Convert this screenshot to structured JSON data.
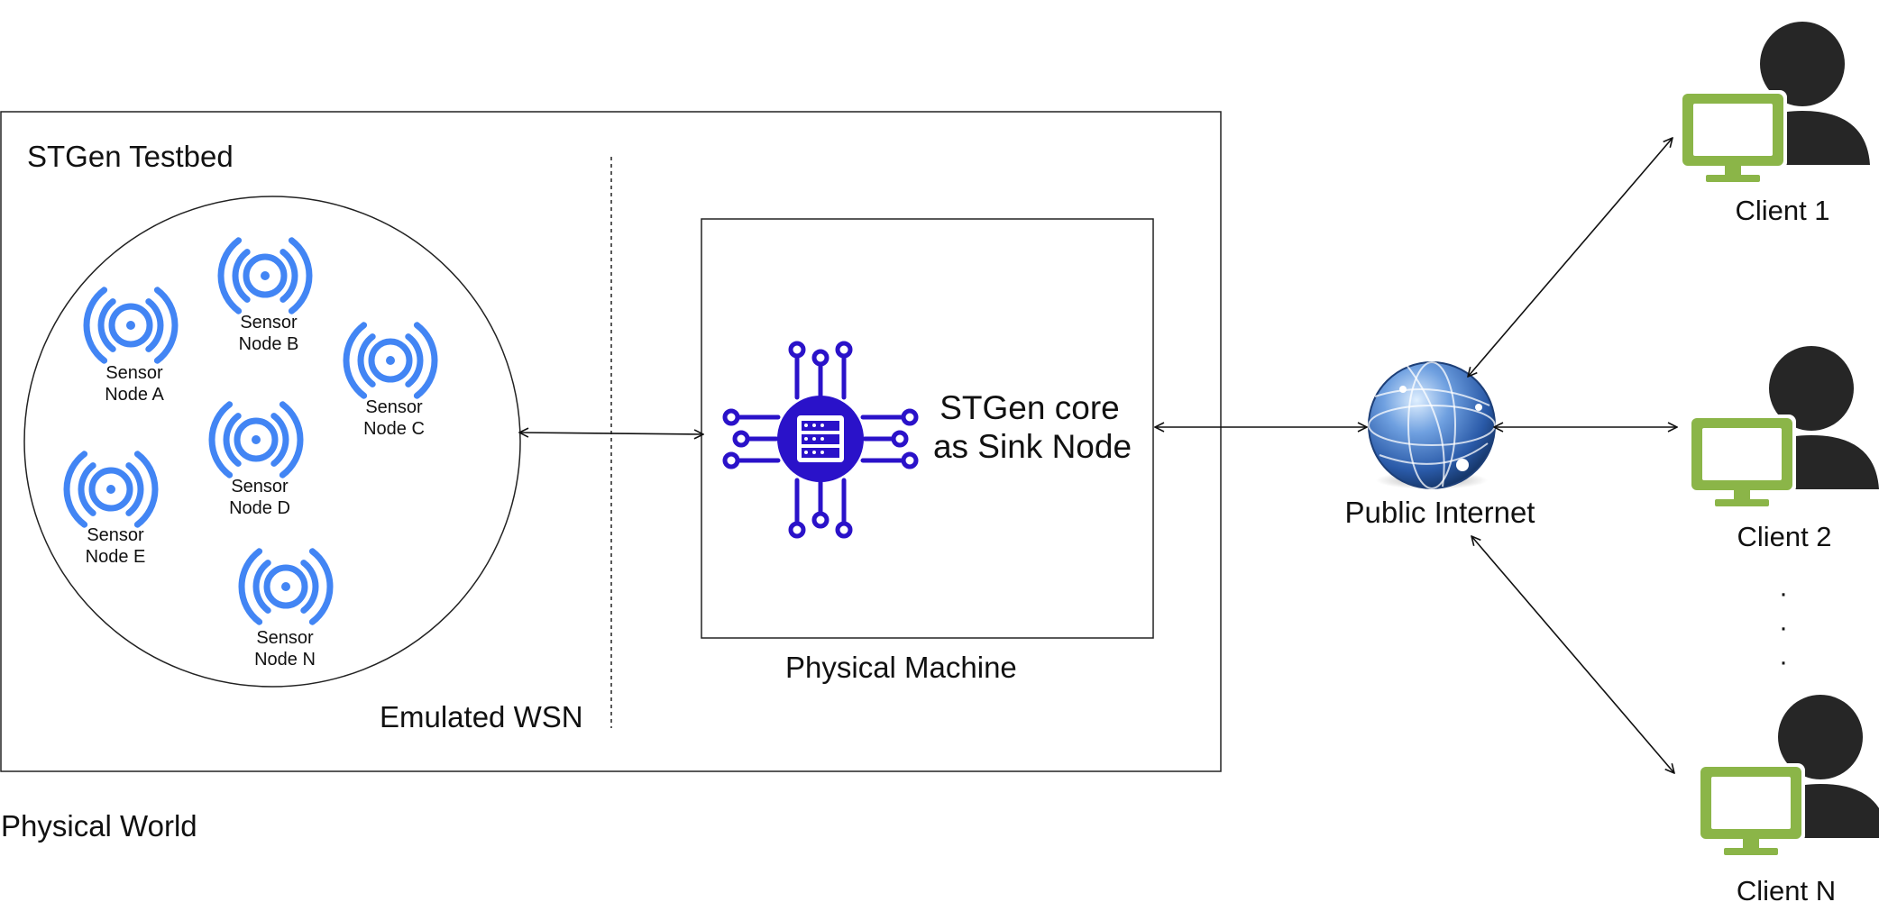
{
  "testbed_title": "STGen Testbed",
  "emulated_wsn_label": "Emulated WSN",
  "physical_machine_label": "Physical Machine",
  "physical_world_label": "Physical World",
  "core": {
    "line1": "STGen core",
    "line2": "as Sink Node"
  },
  "internet_label": "Public Internet",
  "sensors": [
    {
      "line1": "Sensor",
      "line2": "Node A"
    },
    {
      "line1": "Sensor",
      "line2": "Node B"
    },
    {
      "line1": "Sensor",
      "line2": "Node C"
    },
    {
      "line1": "Sensor",
      "line2": "Node D"
    },
    {
      "line1": "Sensor",
      "line2": "Node E"
    },
    {
      "line1": "Sensor",
      "line2": "Node N"
    }
  ],
  "clients": [
    {
      "label": "Client 1"
    },
    {
      "label": "Client 2"
    },
    {
      "label": "Client N"
    }
  ],
  "ellipsis": [
    "·",
    "·",
    "·"
  ],
  "colors": {
    "sensor_blue": "#4285f4",
    "chip_purple": "#2a12c9",
    "monitor_green": "#8bb548",
    "person_dark": "#262626",
    "globe_blue": "#2a5aa8"
  },
  "icons": {
    "sensor": "wireless-sensor-icon",
    "core": "server-chip-icon",
    "internet": "globe-icon",
    "client": "user-computer-icon"
  }
}
